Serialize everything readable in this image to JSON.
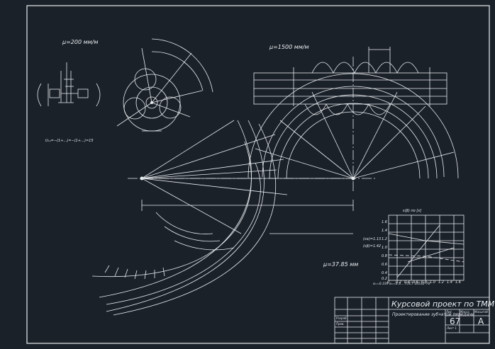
{
  "scales": {
    "kinematic": "μ=200 мм/м",
    "profile": "μ=1500 мм/м",
    "gear": "μ=37.85 мм"
  },
  "formula": "U₁₄=−(1+…)=−(1+…)=15",
  "chart": {
    "title": "ε(β) по [x]",
    "y_ticks": [
      "1.6",
      "1.4",
      "1.2",
      "1.0",
      "0.8",
      "0.6",
      "0.4",
      "0.2"
    ],
    "x_ticks": [
      "0",
      "0.2",
      "0.4",
      "0.6",
      "0.8",
      "1.0",
      "1.2",
      "1.4",
      "1.6"
    ],
    "left_notes": [
      "(εα)=1.13",
      "(εβ)=1.42"
    ],
    "bottom_note": "αₓ=0.339 αₓ=0.3… ГОСТ 16532–70"
  },
  "title_block": {
    "title": "Курсовой проект по ТММ",
    "subtitle": "Проектирование зубчатой передачи",
    "sheet_code": "67",
    "letter": "A",
    "cols": [
      "Лит.",
      "Масса",
      "Масштаб"
    ],
    "roles": [
      "Разраб.",
      "Пров."
    ],
    "sheet": "Лист 1"
  }
}
